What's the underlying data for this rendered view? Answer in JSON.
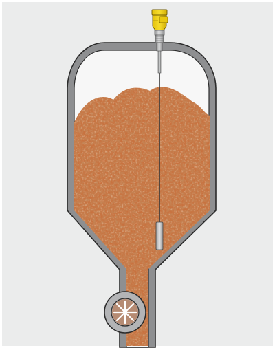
{
  "colors": {
    "panel_background": "#ebecec",
    "vessel_wall": "#8e8f91",
    "vessel_outline": "#2b2b2b",
    "vessel_interior": "#f7f7f7",
    "bulk_material_base": "#c8723f",
    "bulk_material_dark": "#8c4a26",
    "bulk_material_light": "#e7b08a",
    "sensor_housing": "#f3d21a",
    "sensor_metal": "#b9babb",
    "rotary_valve_body": "#b3b4b6"
  },
  "icons": {
    "sensor": "level-sensor-icon",
    "valve": "rotary-feeder-valve-icon"
  },
  "diagram": {
    "subject": "silo-with-bulk-material",
    "instrument": "cable-probe-level-sensor",
    "discharge": "rotary-valve"
  }
}
